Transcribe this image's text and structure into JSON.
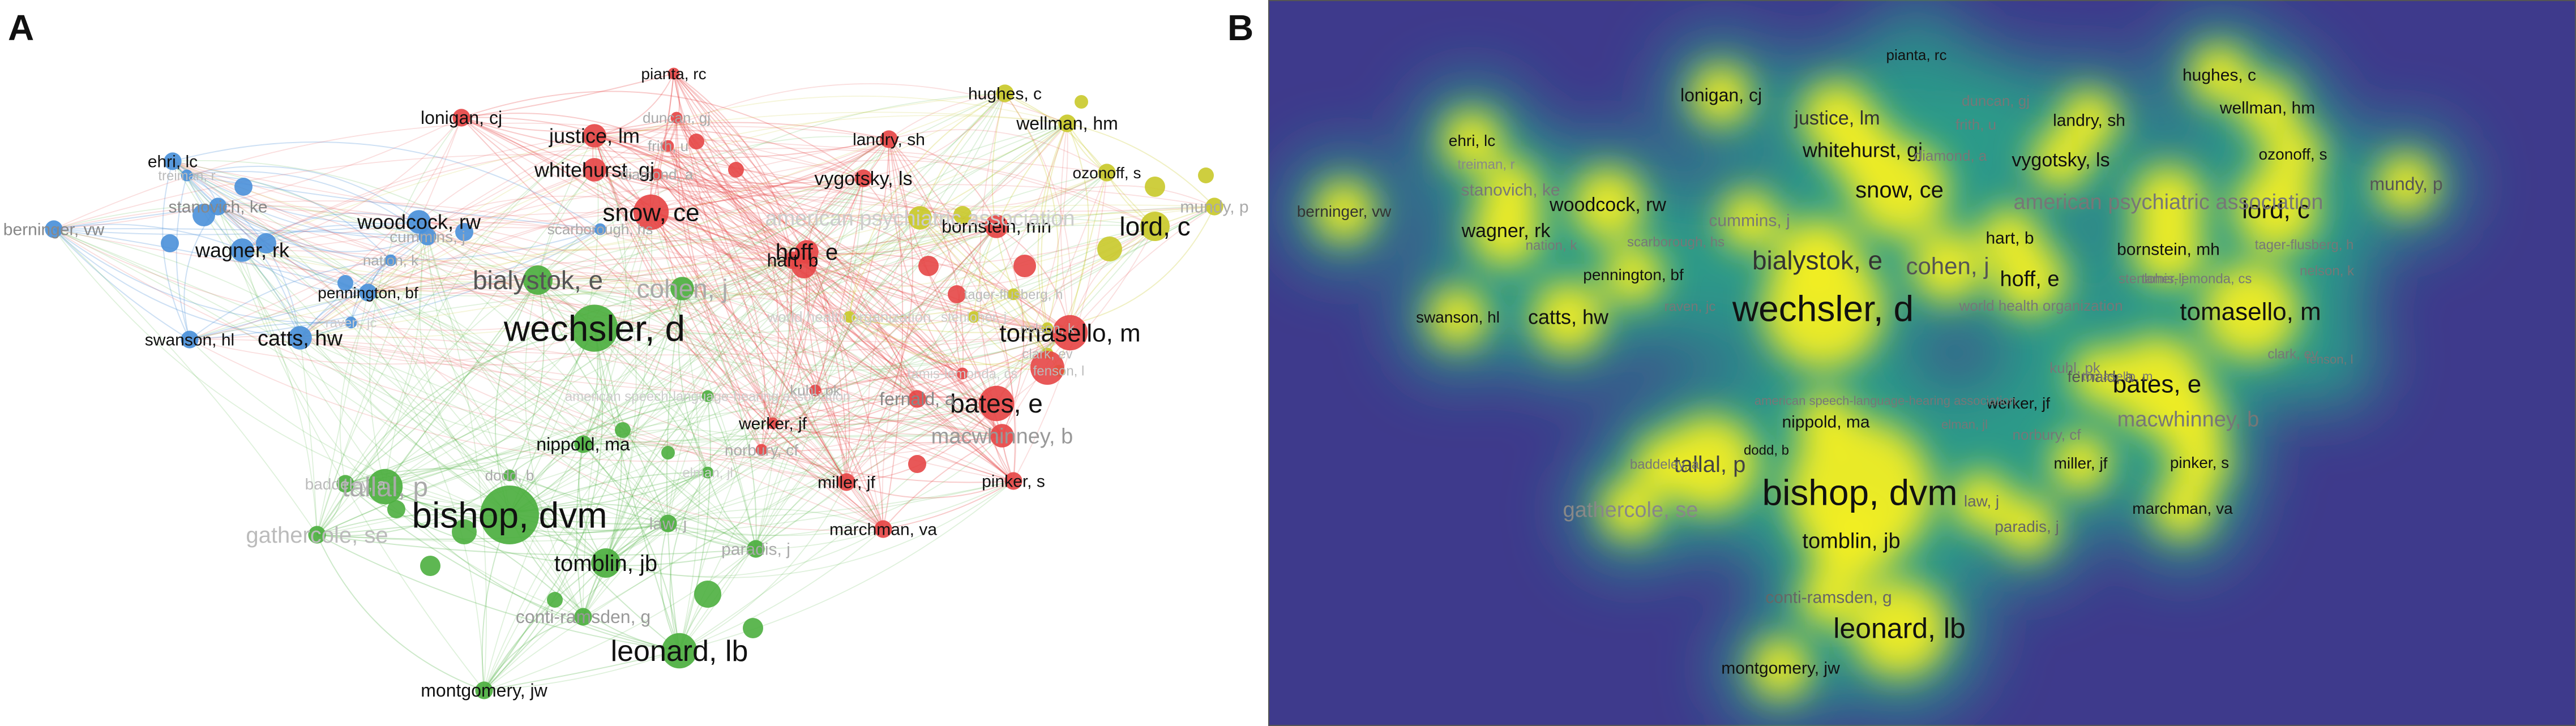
{
  "panels": {
    "a_letter": "A",
    "b_letter": "B"
  },
  "colors": {
    "cluster_red": "#e64646",
    "cluster_green": "#4caf3f",
    "cluster_blue": "#4a90d9",
    "cluster_yellow": "#c9c92a",
    "density_low": "#3e3a8c",
    "density_mid": "#2b9c8a",
    "density_high": "#f2ee22"
  },
  "network": {
    "nodes": [
      {
        "label": "bishop, dvm",
        "cluster": "green",
        "weight": 10
      },
      {
        "label": "wechsler, d",
        "cluster": "green",
        "weight": 8
      },
      {
        "label": "bialystok, e",
        "cluster": "green",
        "weight": 5
      },
      {
        "label": "tallal, p",
        "cluster": "green",
        "weight": 6
      },
      {
        "label": "leonard, lb",
        "cluster": "green",
        "weight": 6
      },
      {
        "label": "tomblin, jb",
        "cluster": "green",
        "weight": 5
      },
      {
        "label": "nippold, ma",
        "cluster": "green",
        "weight": 3
      },
      {
        "label": "conti-ramsden, g",
        "cluster": "green",
        "weight": 3
      },
      {
        "label": "montgomery, jw",
        "cluster": "green",
        "weight": 3
      },
      {
        "label": "dodd, b",
        "cluster": "green",
        "weight": 2
      },
      {
        "label": "cohen, j",
        "cluster": "green",
        "weight": 4
      },
      {
        "label": "paradis, j",
        "cluster": "green",
        "weight": 3
      },
      {
        "label": "law, j",
        "cluster": "green",
        "weight": 3
      },
      {
        "label": "baddeley, a",
        "cluster": "green",
        "weight": 3
      },
      {
        "label": "gathercole, se",
        "cluster": "green",
        "weight": 3
      },
      {
        "label": "snow, ce",
        "cluster": "red",
        "weight": 6
      },
      {
        "label": "tomasello, m",
        "cluster": "red",
        "weight": 6
      },
      {
        "label": "bates, e",
        "cluster": "red",
        "weight": 6
      },
      {
        "label": "hoff, e",
        "cluster": "red",
        "weight": 4
      },
      {
        "label": "hart, b",
        "cluster": "red",
        "weight": 3
      },
      {
        "label": "bornstein, mh",
        "cluster": "red",
        "weight": 4
      },
      {
        "label": "justice, lm",
        "cluster": "red",
        "weight": 4
      },
      {
        "label": "lonigan, cj",
        "cluster": "red",
        "weight": 3
      },
      {
        "label": "whitehurst, gj",
        "cluster": "red",
        "weight": 4
      },
      {
        "label": "vygotsky, ls",
        "cluster": "red",
        "weight": 3
      },
      {
        "label": "landry, sh",
        "cluster": "red",
        "weight": 3
      },
      {
        "label": "pianta, rc",
        "cluster": "red",
        "weight": 2
      },
      {
        "label": "fernald, a",
        "cluster": "red",
        "weight": 3
      },
      {
        "label": "macwhinney, b",
        "cluster": "red",
        "weight": 4
      },
      {
        "label": "pinker, s",
        "cluster": "red",
        "weight": 3
      },
      {
        "label": "werker, jf",
        "cluster": "red",
        "weight": 2
      },
      {
        "label": "kuhl, pk",
        "cluster": "red",
        "weight": 2
      },
      {
        "label": "miller, jf",
        "cluster": "red",
        "weight": 3
      },
      {
        "label": "marchman, va",
        "cluster": "red",
        "weight": 3
      },
      {
        "label": "norbury, cf",
        "cluster": "red",
        "weight": 2
      },
      {
        "label": "duncan, gj",
        "cluster": "red",
        "weight": 2
      },
      {
        "label": "frith, u",
        "cluster": "red",
        "weight": 2
      },
      {
        "label": "diamond, a",
        "cluster": "red",
        "weight": 2
      },
      {
        "label": "lord, c",
        "cluster": "yellow",
        "weight": 5
      },
      {
        "label": "hughes, c",
        "cluster": "yellow",
        "weight": 3
      },
      {
        "label": "wellman, hm",
        "cluster": "yellow",
        "weight": 3
      },
      {
        "label": "ozonoff, s",
        "cluster": "yellow",
        "weight": 3
      },
      {
        "label": "mundy, p",
        "cluster": "yellow",
        "weight": 3
      },
      {
        "label": "american psychiatric association",
        "cluster": "yellow",
        "weight": 4
      },
      {
        "label": "woodcock, rw",
        "cluster": "blue",
        "weight": 4
      },
      {
        "label": "wagner, rk",
        "cluster": "blue",
        "weight": 4
      },
      {
        "label": "ehri, lc",
        "cluster": "blue",
        "weight": 3
      },
      {
        "label": "berninger, vw",
        "cluster": "blue",
        "weight": 3
      },
      {
        "label": "catts, hw",
        "cluster": "blue",
        "weight": 4
      },
      {
        "label": "swanson, hl",
        "cluster": "blue",
        "weight": 3
      },
      {
        "label": "pennington, bf",
        "cluster": "blue",
        "weight": 3
      },
      {
        "label": "stanovich, ke",
        "cluster": "blue",
        "weight": 3
      },
      {
        "label": "cummins, j",
        "cluster": "blue",
        "weight": 3
      },
      {
        "label": "treiman, r",
        "cluster": "blue",
        "weight": 2
      },
      {
        "label": "scarborough, hs",
        "cluster": "blue",
        "weight": 2
      },
      {
        "label": "nation, k",
        "cluster": "blue",
        "weight": 2
      },
      {
        "label": "world health organization",
        "cluster": "yellow",
        "weight": 2
      },
      {
        "label": "tager-flusberg, h",
        "cluster": "yellow",
        "weight": 2
      },
      {
        "label": "nelson, k",
        "cluster": "yellow",
        "weight": 2
      },
      {
        "label": "clark, ev",
        "cluster": "yellow",
        "weight": 2
      },
      {
        "label": "fenson, l",
        "cluster": "yellow",
        "weight": 2
      },
      {
        "label": "tomasello, m",
        "cluster": "red",
        "weight": 1
      },
      {
        "label": "raven, jc",
        "cluster": "blue",
        "weight": 2
      },
      {
        "label": "american speech-language-hearing association",
        "cluster": "green",
        "weight": 2
      },
      {
        "label": "elman, jl",
        "cluster": "green",
        "weight": 2
      },
      {
        "label": "tamis-lemonda, cs",
        "cluster": "red",
        "weight": 2
      },
      {
        "label": "stenloher, j",
        "cluster": "yellow",
        "weight": 2
      }
    ]
  }
}
